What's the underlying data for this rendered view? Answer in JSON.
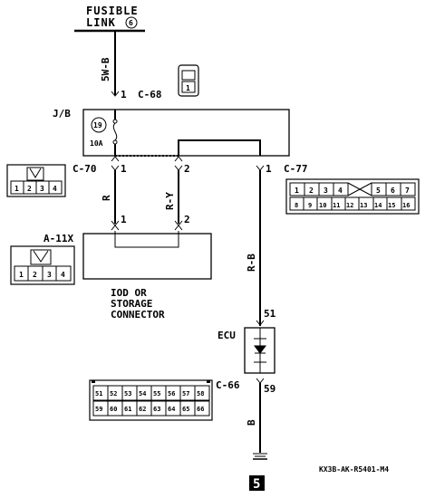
{
  "fusible_link": {
    "line1": "FUSIBLE",
    "line2": "LINK",
    "number": "6"
  },
  "top_wire": {
    "color": "5W-B",
    "pin": "1",
    "connector": "C-68",
    "conn_pin": "1"
  },
  "jb": {
    "label": "J/B",
    "fuse_number": "19",
    "fuse_rating": "10A"
  },
  "c70": {
    "label": "C-70",
    "pin_left": "1",
    "pin_right": "2",
    "connector_pins": [
      "1",
      "2",
      "3",
      "4"
    ]
  },
  "c77": {
    "label": "C-77",
    "pin": "1",
    "row1": [
      "1",
      "2",
      "3",
      "4",
      "",
      "5",
      "6",
      "7"
    ],
    "row2": [
      "8",
      "9",
      "10",
      "11",
      "12",
      "13",
      "14",
      "15",
      "16"
    ]
  },
  "wires": {
    "left_color": "R",
    "mid_color": "R-Y",
    "right_color": "R-B",
    "bottom_color": "B"
  },
  "a11x": {
    "label": "A-11X",
    "pin_left": "1",
    "pin_right": "2",
    "connector_pins": [
      "1",
      "2",
      "3",
      "4"
    ],
    "name_line1": "IOD OR",
    "name_line2": "STORAGE",
    "name_line3": "CONNECTOR"
  },
  "ecu": {
    "label": "ECU",
    "pin_top": "51",
    "pin_bottom": "59"
  },
  "c66": {
    "label": "C-66",
    "row1": [
      "51",
      "52",
      "53",
      "54",
      "55",
      "56",
      "57",
      "58"
    ],
    "row2": [
      "59",
      "60",
      "61",
      "62",
      "63",
      "64",
      "65",
      "66"
    ]
  },
  "ground": {
    "number": "5"
  },
  "diagram_code": "KX3B-AK-R5401-M4"
}
